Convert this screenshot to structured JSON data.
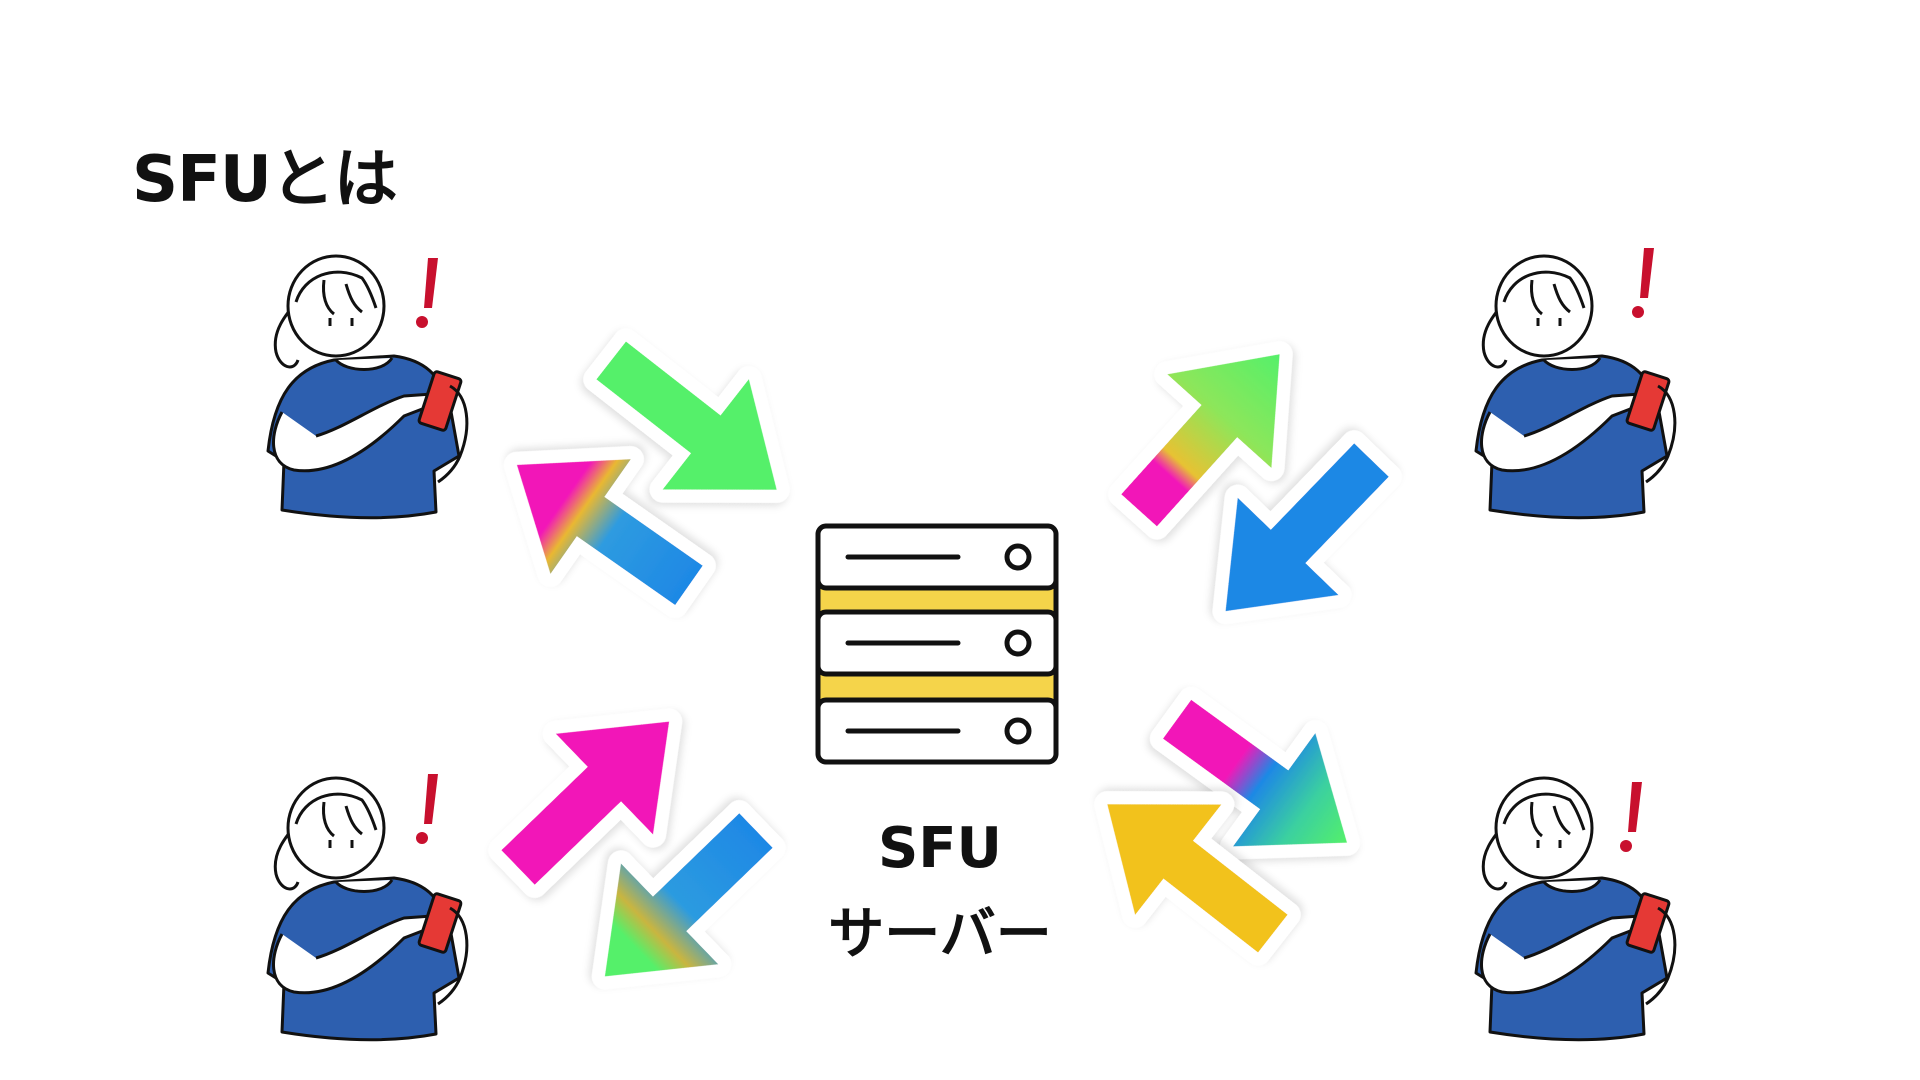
{
  "title": "SFUとは",
  "server": {
    "label_line1": "SFU",
    "label_line2": "サーバー",
    "icon": "server-rack-icon",
    "stripe_color": "#F5D44A"
  },
  "users": [
    {
      "position": "top-left",
      "icon": "person-with-phone-icon",
      "alert": "!"
    },
    {
      "position": "bottom-left",
      "icon": "person-with-phone-icon",
      "alert": "!"
    },
    {
      "position": "top-right",
      "icon": "person-with-phone-icon",
      "alert": "!"
    },
    {
      "position": "bottom-right",
      "icon": "person-with-phone-icon",
      "alert": "!"
    }
  ],
  "colors": {
    "green": "#55F06A",
    "blue": "#1E88E5",
    "pink": "#F218B8",
    "yellow": "#F2C21B",
    "shirt": "#2D5FAF",
    "phone": "#E53935",
    "alert": "#C8102E"
  }
}
